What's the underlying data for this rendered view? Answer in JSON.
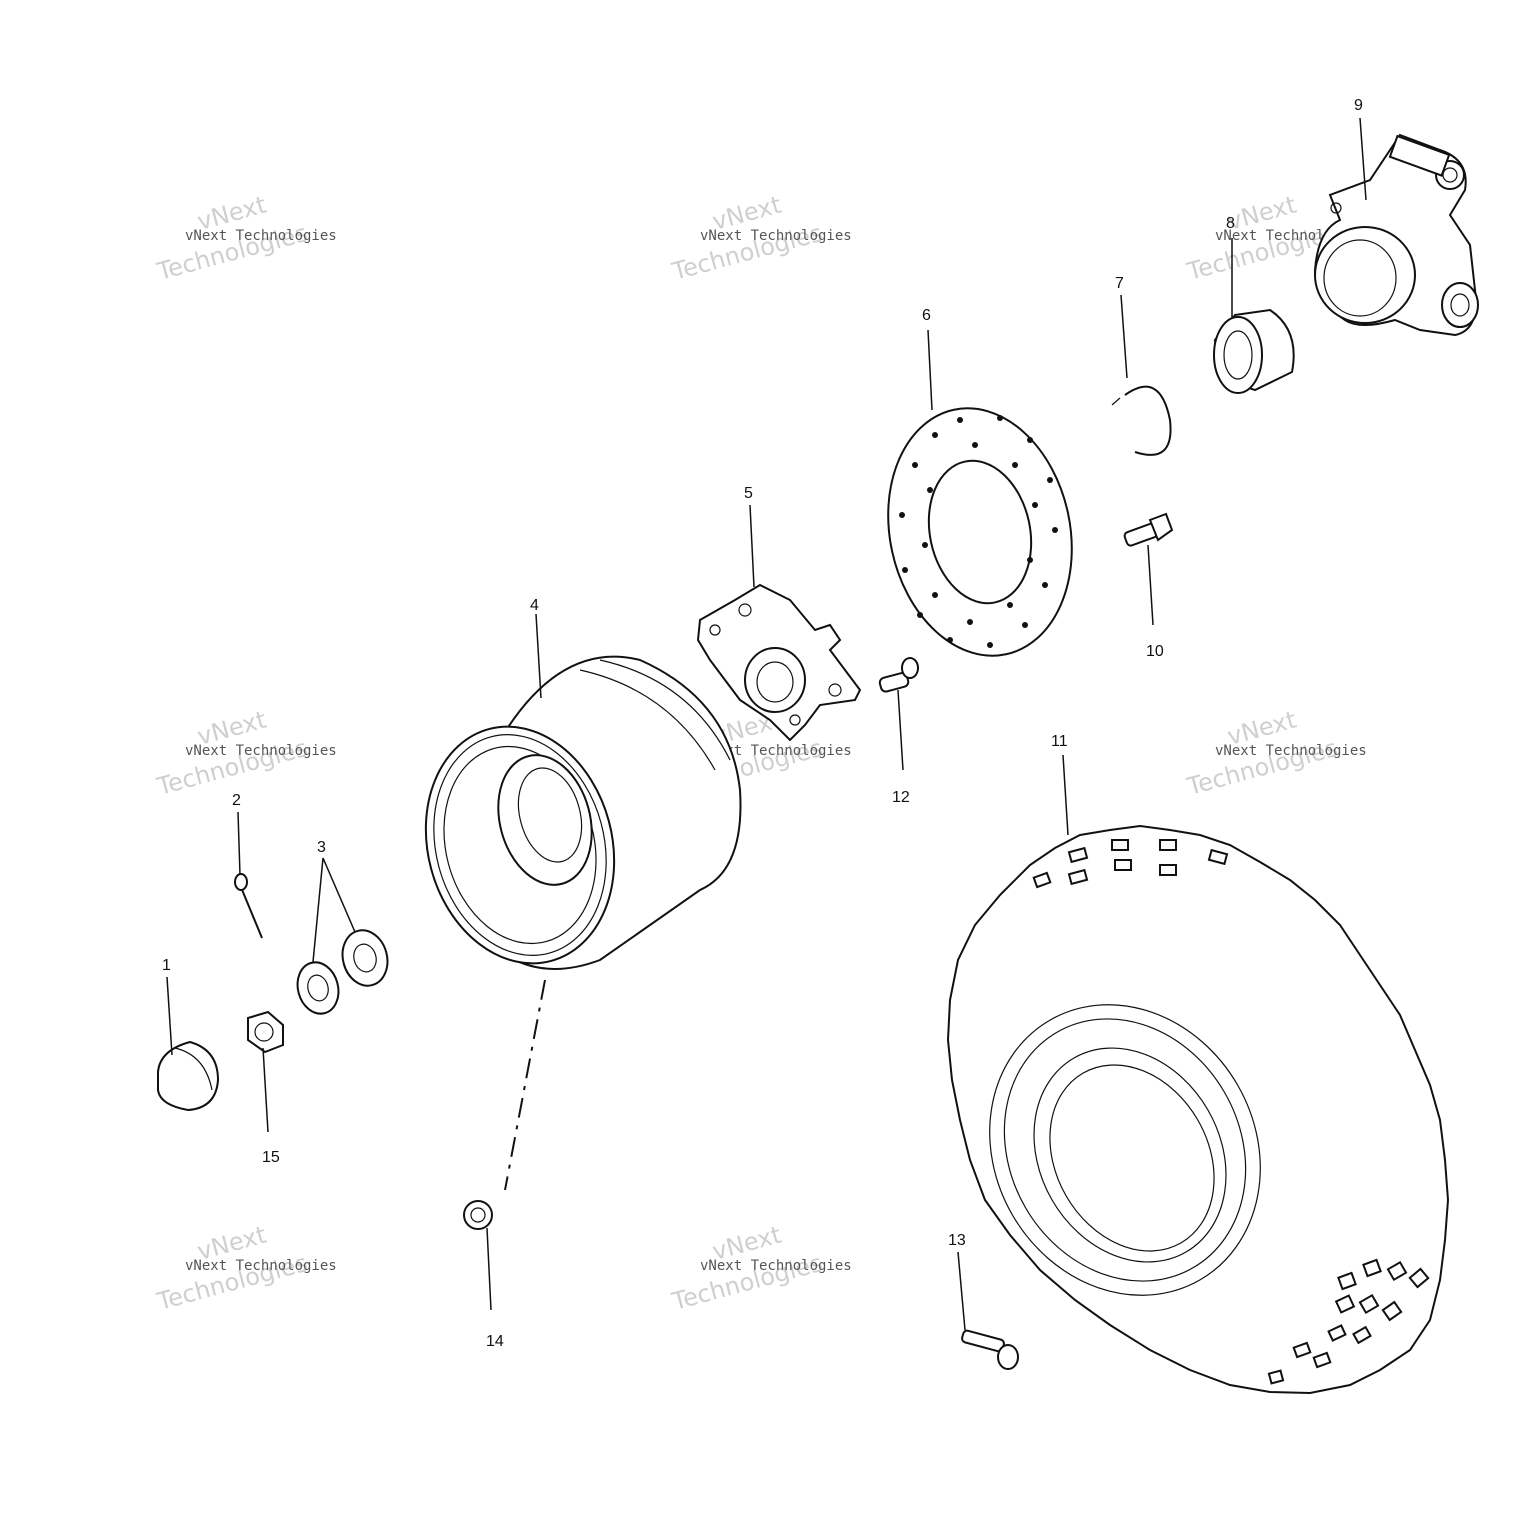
{
  "watermark": {
    "small_text": "vNext Technologies",
    "big_line1": "vNext",
    "big_line2": "Technologies"
  },
  "callouts": [
    "1",
    "2",
    "3",
    "4",
    "5",
    "6",
    "7",
    "8",
    "9",
    "10",
    "11",
    "12",
    "13",
    "14",
    "15"
  ]
}
